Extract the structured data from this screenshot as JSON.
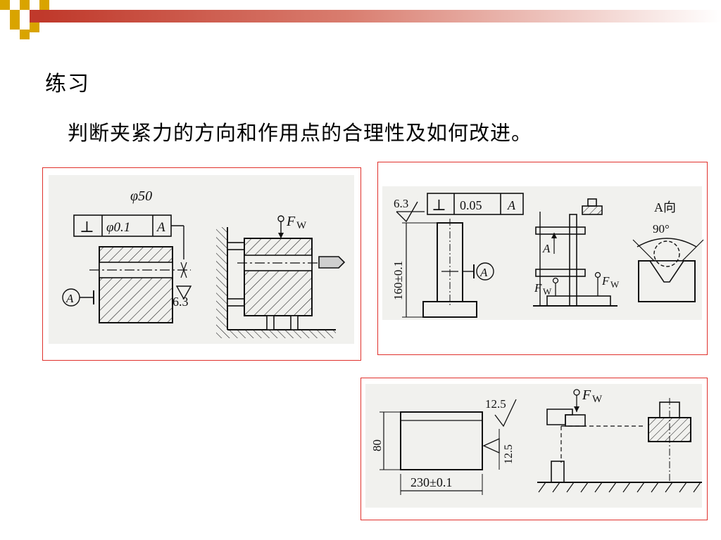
{
  "slide": {
    "title": "练习",
    "subtitle": "判断夹紧力的方向和作用点的合理性及如何改进。"
  },
  "figure1": {
    "diameter_label": "φ50",
    "tol_symbol": "⊥",
    "tol_value": "φ0.1",
    "tol_datum": "A",
    "datum_label": "A",
    "roughness": "6.3",
    "force_label": "F",
    "force_sub": "W"
  },
  "figure2": {
    "roughness": "6.3",
    "tol_symbol": "⊥",
    "tol_value": "0.05",
    "tol_datum": "A",
    "height_dim": "160±0.1",
    "datum_label": "A",
    "section_label": "A",
    "view_label": "A向",
    "angle_label": "90°",
    "force_label": "F",
    "force_sub": "W"
  },
  "figure3": {
    "rough_top": "12.5",
    "rough_side": "12.5",
    "height_dim": "80",
    "width_dim": "230±0.1",
    "force_label": "F",
    "force_sub": "W"
  },
  "colors": {
    "band_red": "#c0392b",
    "band_gold": "#d9a400",
    "panel_border": "#e0312c"
  }
}
